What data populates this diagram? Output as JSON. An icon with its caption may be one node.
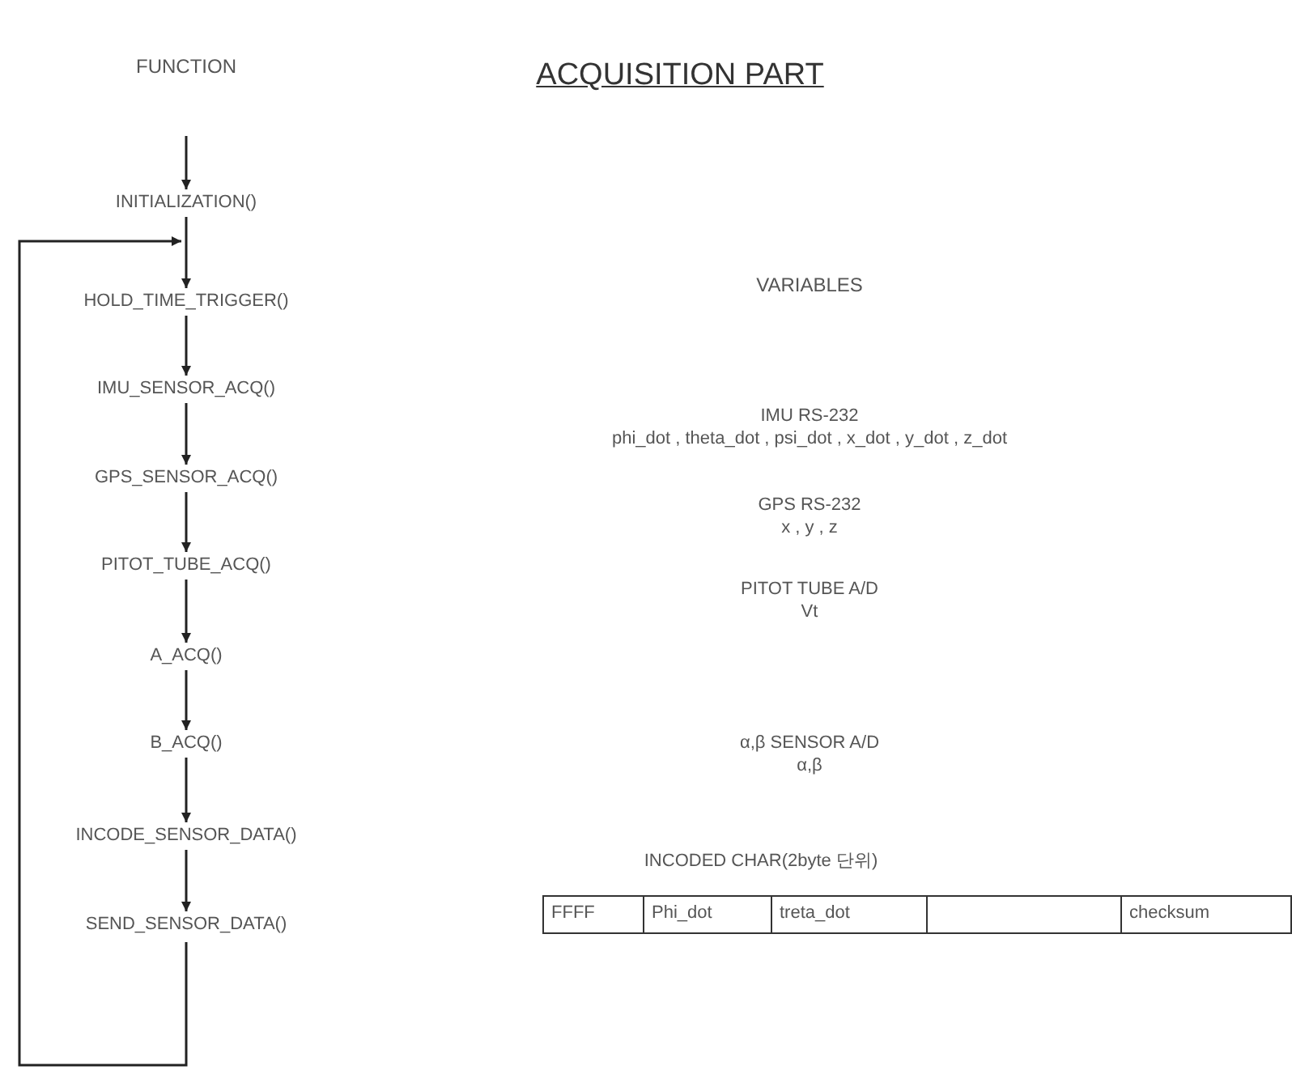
{
  "diagram": {
    "title": "ACQUISITION PART",
    "nodes": [
      {
        "text": [
          "INITIALIZATION()"
        ]
      },
      {
        "text": [
          "HOLD_TIME_TRIGGER()"
        ]
      },
      {
        "text": [
          "IMU_SENSOR_ACQ()"
        ]
      },
      {
        "text": [
          "GPS_SENSOR_ACQ()"
        ]
      },
      {
        "text": [
          "PITOT_TUBE_ACQ()"
        ]
      },
      {
        "text": [
          "A_ACQ()"
        ]
      },
      {
        "text": [
          "B_ACQ()"
        ]
      },
      {
        "text": [
          "INCODE_SENSOR_DATA()"
        ]
      },
      {
        "text": [
          "SEND_SENSOR_DATA()"
        ]
      }
    ],
    "edges": [
      {
        "from": null,
        "to": 0,
        "arrow": "to"
      },
      {
        "from": 0,
        "to": 1,
        "arrow": "to"
      },
      {
        "from": 1,
        "to": 2,
        "arrow": "to"
      },
      {
        "from": 2,
        "to": 3,
        "arrow": "to"
      },
      {
        "from": 3,
        "to": 4,
        "arrow": "to"
      },
      {
        "from": 4,
        "to": 5,
        "arrow": "to"
      },
      {
        "from": 5,
        "to": 6,
        "arrow": "to"
      },
      {
        "from": 6,
        "to": 7,
        "arrow": "to"
      },
      {
        "from": 7,
        "to": 8,
        "arrow": "to"
      },
      {
        "from": 8,
        "to": 1,
        "arrow": "to"
      }
    ],
    "labels": [
      "FUNCTION",
      "VARIABLES",
      "IMU RS-232",
      "phi_dot , theta_dot , psi_dot , x_dot , y_dot , z_dot",
      "GPS RS-232",
      "x , y , z",
      "PITOT TUBE A/D",
      "Vt",
      "α,β SENSOR A/D",
      "α,β",
      "INCODED CHAR(2byte 단위)",
      "FFFF",
      "Phi_dot",
      "treta_dot",
      "checksum"
    ]
  }
}
